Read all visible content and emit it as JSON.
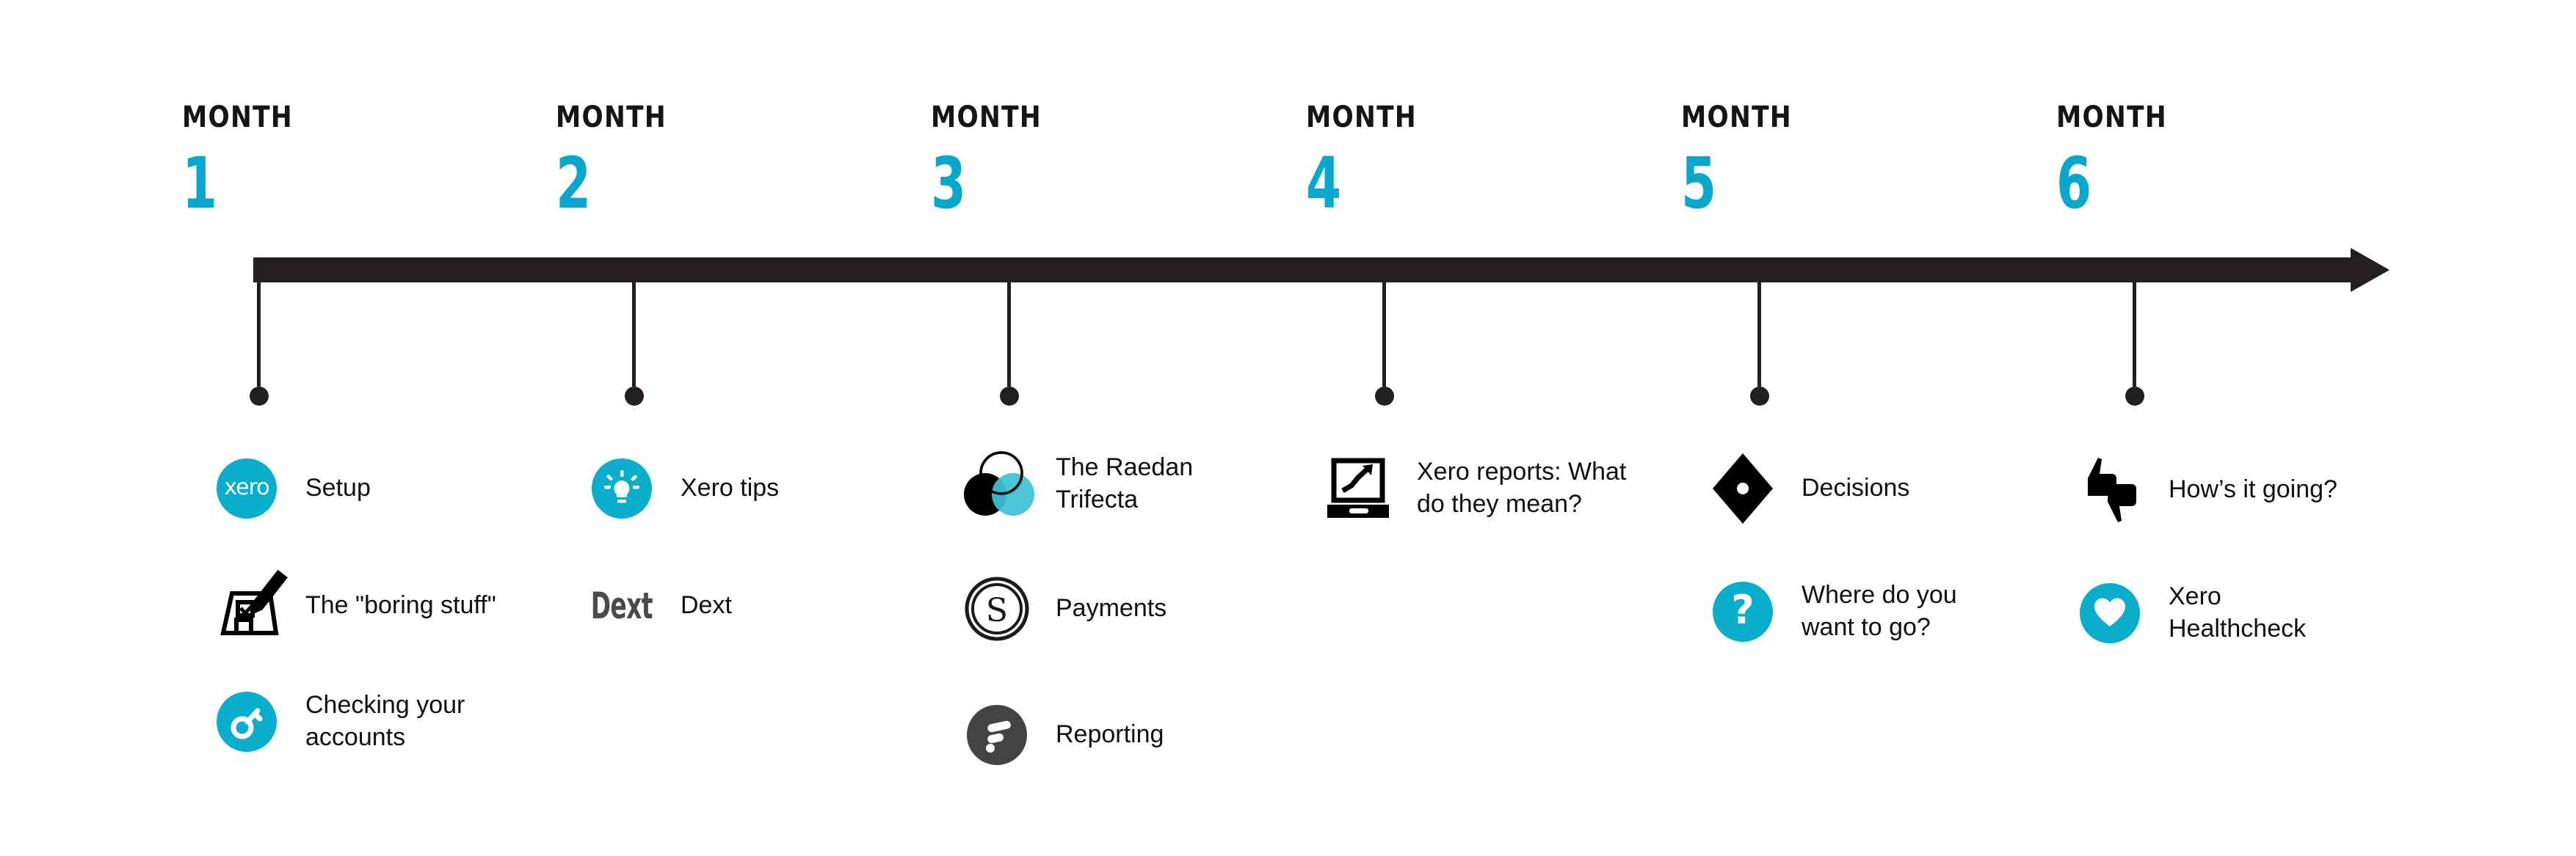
{
  "theme": {
    "accent_cyan": "#0aaecd",
    "number_cyan": "#07a8cb",
    "dark": "#231f20",
    "logo_gray": "#434345",
    "background": "#ffffff"
  },
  "timeline": {
    "arrow_direction": "right",
    "tick_count": 6
  },
  "months": [
    {
      "word": "MONTH",
      "number": "1",
      "items": [
        {
          "icon": "xero-logo-icon",
          "label": "Setup"
        },
        {
          "icon": "clipboard-pencil-icon",
          "label": "The \"boring stuff\""
        },
        {
          "icon": "key-icon",
          "label": "Checking your\naccounts"
        }
      ]
    },
    {
      "word": "MONTH",
      "number": "2",
      "items": [
        {
          "icon": "lightbulb-icon",
          "label": "Xero tips"
        },
        {
          "icon": "dext-logo-icon",
          "label": "Dext"
        }
      ]
    },
    {
      "word": "MONTH",
      "number": "3",
      "items": [
        {
          "icon": "raedan-trifecta-icon",
          "label": "The Raedan\nTrifecta"
        },
        {
          "icon": "coin-s-icon",
          "label": "Payments"
        },
        {
          "icon": "fathom-logo-icon",
          "label": "Reporting"
        }
      ]
    },
    {
      "word": "MONTH",
      "number": "4",
      "items": [
        {
          "icon": "laptop-chart-icon",
          "label": "Xero reports: What\ndo they mean?"
        }
      ]
    },
    {
      "word": "MONTH",
      "number": "5",
      "items": [
        {
          "icon": "diamond-icon",
          "label": "Decisions"
        },
        {
          "icon": "question-mark-icon",
          "label": "Where do you\nwant to go?"
        }
      ]
    },
    {
      "word": "MONTH",
      "number": "6",
      "items": [
        {
          "icon": "thumbs-up-down-icon",
          "label": "How’s it going?"
        },
        {
          "icon": "heart-icon",
          "label": "Xero\nHealthcheck"
        }
      ]
    }
  ]
}
